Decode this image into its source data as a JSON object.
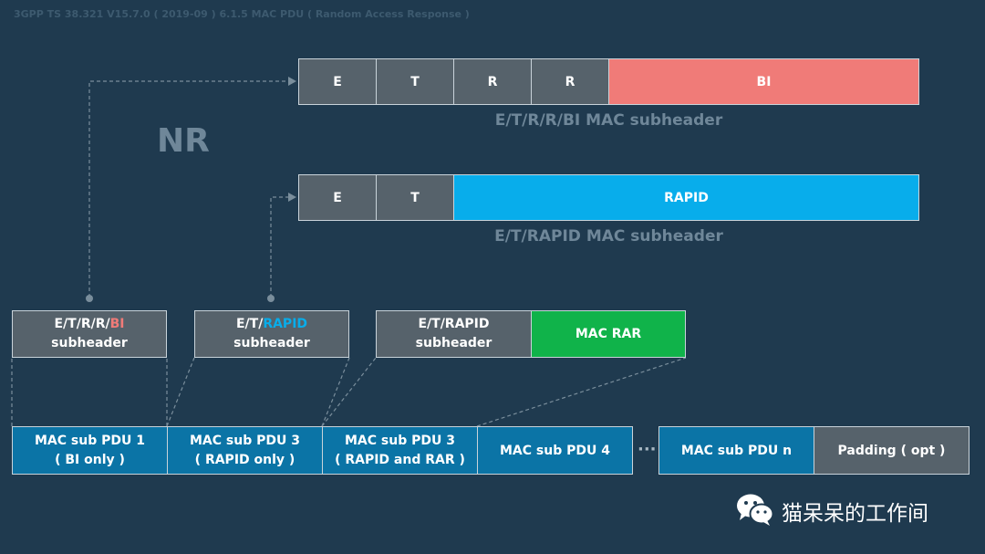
{
  "spec_title": "3GPP TS 38.321 V15.7.0 ( 2019-09 ) 6.1.5 MAC PDU ( Random Access Response )",
  "nr_label": "NR",
  "bi_subheader": {
    "fields": [
      "E",
      "T",
      "R",
      "R",
      "BI"
    ],
    "caption": "E/T/R/R/BI MAC subheader"
  },
  "rapid_subheader": {
    "fields": [
      "E",
      "T",
      "RAPID"
    ],
    "caption": "E/T/RAPID MAC subheader"
  },
  "subheader_boxes": [
    {
      "prefix": "E/T/R/R/",
      "highlight": "BI",
      "line2": "subheader"
    },
    {
      "prefix": "E/T/",
      "highlight": "RAPID",
      "line2": "subheader"
    },
    {
      "line1": "E/T/RAPID",
      "line2": "subheader"
    }
  ],
  "mac_rar": "MAC RAR",
  "pdu_row": [
    {
      "line1": "MAC sub PDU 1",
      "line2": "( BI only )"
    },
    {
      "line1": "MAC sub PDU 3",
      "line2": "( RAPID only )"
    },
    {
      "line1": "MAC sub PDU 3",
      "line2": "( RAPID and RAR )"
    },
    {
      "line1": "MAC sub PDU 4"
    },
    {
      "line1": "MAC sub PDU n"
    },
    {
      "line1": "Padding ( opt )"
    }
  ],
  "ellipsis": "···",
  "watermark": "猫呆呆的工作间",
  "colors": {
    "background": "#1f3a4f",
    "bi": "#f07b78",
    "rapid": "#08adeb",
    "mac_rar": "#10b34a",
    "pdu": "#0b74a6",
    "gray_field": "#56626b"
  }
}
